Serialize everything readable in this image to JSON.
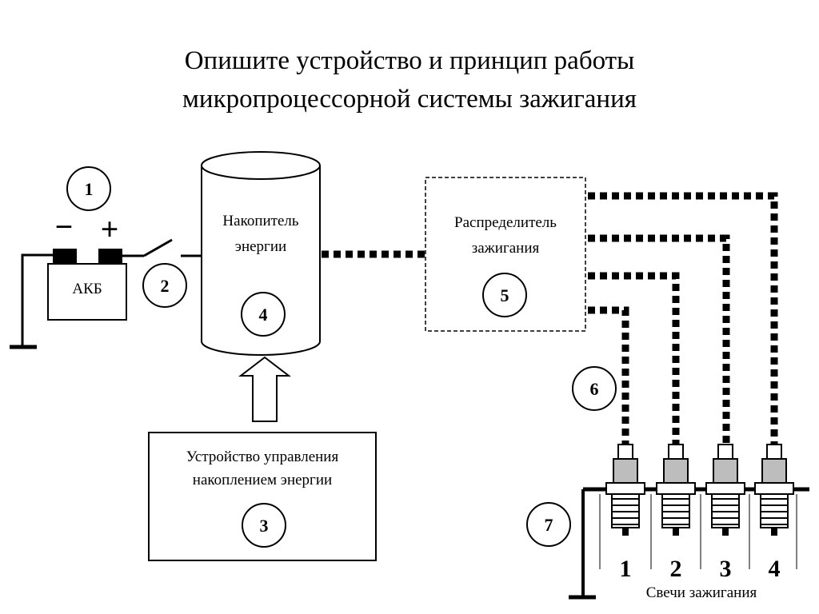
{
  "title": {
    "line1": "Опишите устройство и принцип работы",
    "line2": "микропроцессорной системы зажигания"
  },
  "battery": {
    "label": "АКБ",
    "minus": "−",
    "plus": "+"
  },
  "storage": {
    "line1": "Накопитель",
    "line2": "энергии"
  },
  "distributor": {
    "line1": "Распределитель",
    "line2": "зажигания"
  },
  "control_unit": {
    "line1": "Устройство управления",
    "line2": "накоплением энергии"
  },
  "markers": [
    "1",
    "2",
    "3",
    "4",
    "5",
    "6",
    "7"
  ],
  "spark_plugs": {
    "numbers": [
      "1",
      "2",
      "3",
      "4"
    ],
    "caption": "Свечи зажигания"
  },
  "colors": {
    "line": "#000000",
    "background": "#ffffff",
    "plug_body": "#bdbdbd"
  }
}
